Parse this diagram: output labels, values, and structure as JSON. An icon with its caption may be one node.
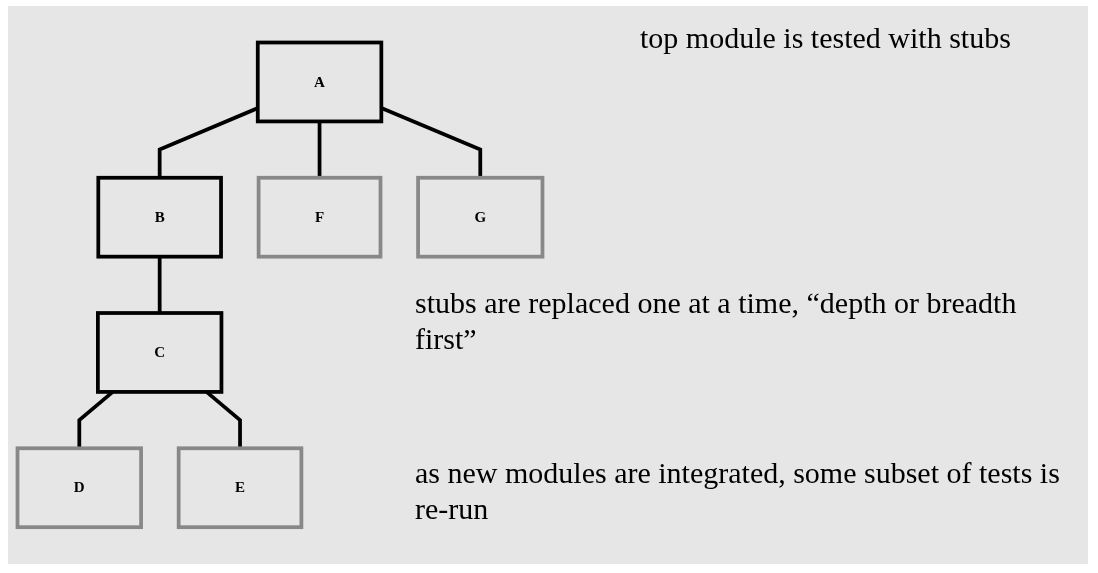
{
  "diagram": {
    "nodes": [
      {
        "text": [
          "A"
        ]
      },
      {
        "text": [
          "B"
        ]
      },
      {
        "text": [
          "F"
        ]
      },
      {
        "text": [
          "G"
        ]
      },
      {
        "text": [
          "C"
        ]
      },
      {
        "text": [
          "D"
        ]
      },
      {
        "text": [
          "E"
        ]
      }
    ],
    "edges": [
      {
        "from": 0,
        "to": 1,
        "arrow": "none"
      },
      {
        "from": 0,
        "to": 2,
        "arrow": "none"
      },
      {
        "from": 0,
        "to": 3,
        "arrow": "none"
      },
      {
        "from": 1,
        "to": 4,
        "arrow": "none"
      },
      {
        "from": 4,
        "to": 5,
        "arrow": "none"
      },
      {
        "from": 4,
        "to": 6,
        "arrow": "none"
      }
    ],
    "labels": [
      "top module is tested with stubs",
      "stubs are replaced one at a time, “depth or breadth first”",
      "as new modules are integrated, some subset of tests is re-run"
    ]
  }
}
